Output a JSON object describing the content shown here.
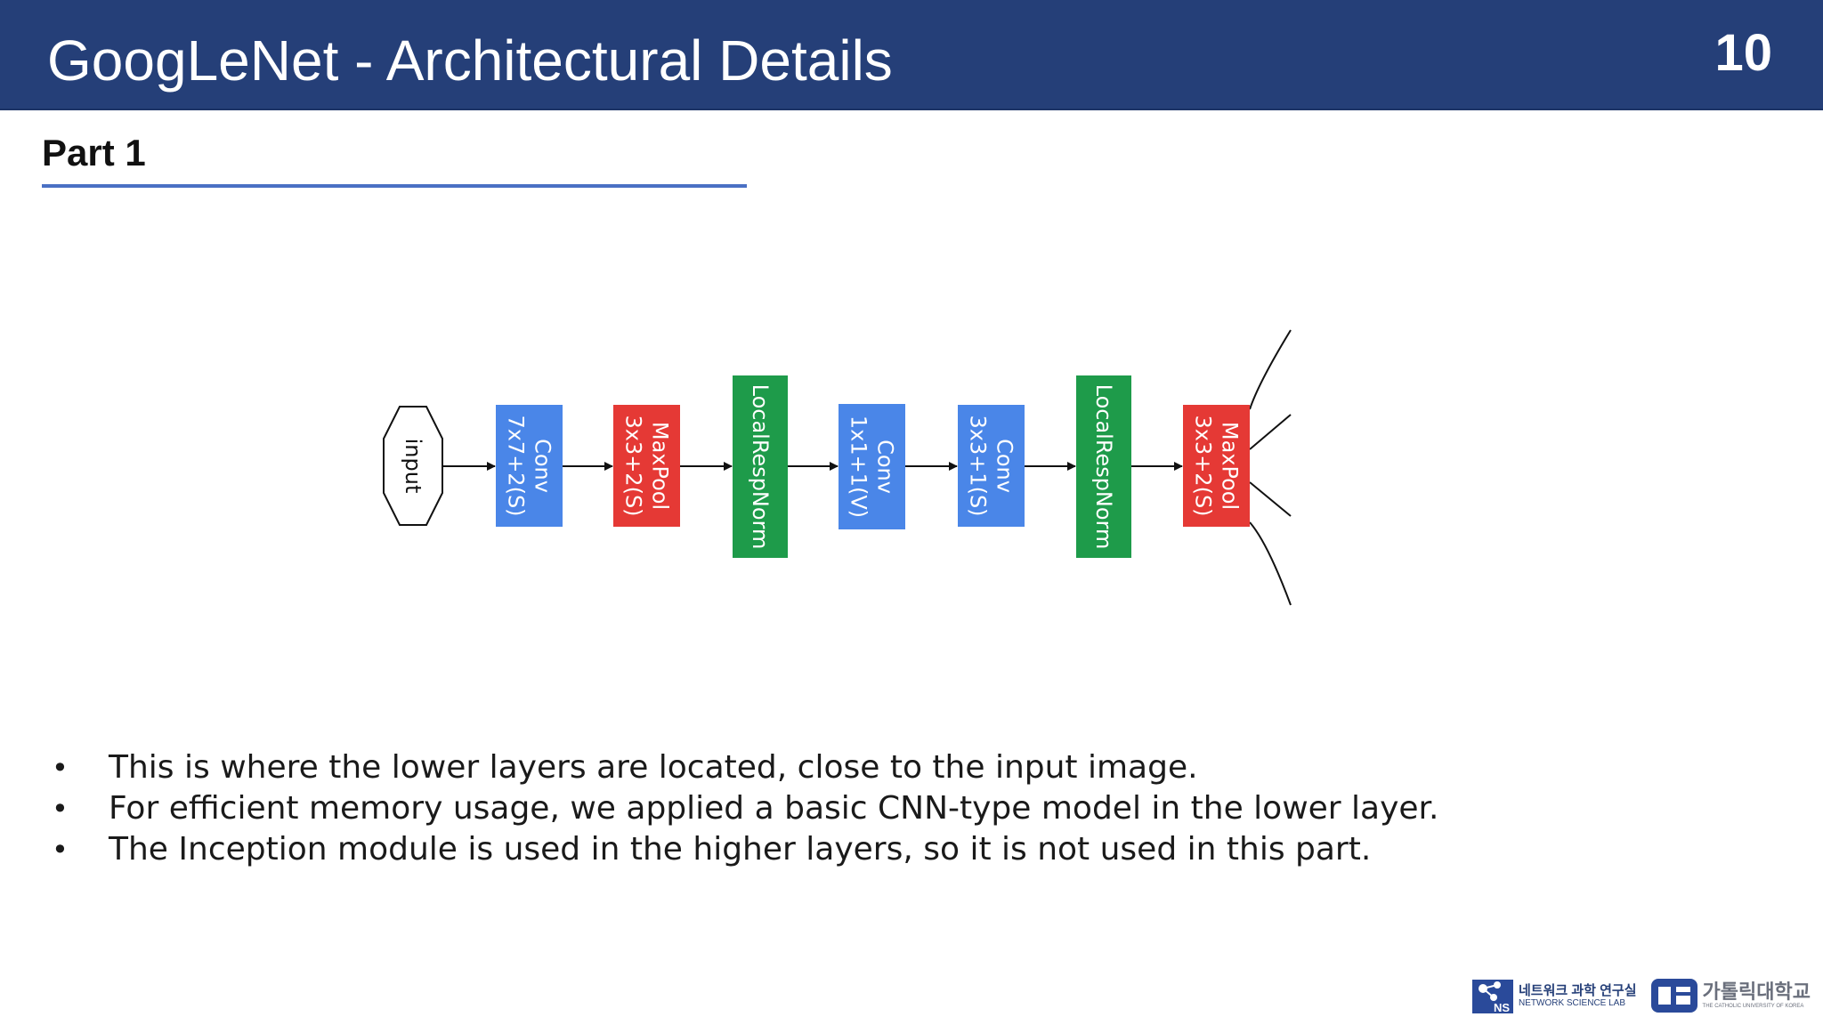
{
  "header": {
    "title": "GoogLeNet - Architectural Details",
    "page_number": "10"
  },
  "section": {
    "title": "Part 1"
  },
  "diagram": {
    "nodes": [
      {
        "id": "input",
        "label": "input",
        "shape": "octagon"
      },
      {
        "id": "conv1",
        "label": "Conv\n7x7+2(S)",
        "color": "#4a86e8"
      },
      {
        "id": "maxpool1",
        "label": "MaxPool\n3x3+2(S)",
        "color": "#e53935"
      },
      {
        "id": "lrn1",
        "label": "LocalRespNorm",
        "color": "#1e9b4a"
      },
      {
        "id": "conv2",
        "label": "Conv\n1x1+1(V)",
        "color": "#4a86e8"
      },
      {
        "id": "conv3",
        "label": "Conv\n3x3+1(S)",
        "color": "#4a86e8"
      },
      {
        "id": "lrn2",
        "label": "LocalRespNorm",
        "color": "#1e9b4a"
      },
      {
        "id": "maxpool2",
        "label": "MaxPool\n3x3+2(S)",
        "color": "#e53935"
      }
    ],
    "edges": [
      [
        "input",
        "conv1"
      ],
      [
        "conv1",
        "maxpool1"
      ],
      [
        "maxpool1",
        "lrn1"
      ],
      [
        "lrn1",
        "conv2"
      ],
      [
        "conv2",
        "conv3"
      ],
      [
        "conv3",
        "lrn2"
      ],
      [
        "lrn2",
        "maxpool2"
      ]
    ],
    "output_branches": 4
  },
  "bullets": [
    "This is where the lower layers are located, close to the input image.",
    "For efficient memory usage, we applied a basic CNN-type model in the lower layer.",
    "The Inception module is used in the higher layers, so it is not used in this part."
  ],
  "bullet_marker": "•",
  "footer": {
    "lab_logo_badge": "NS",
    "lab_name_ko": "네트워크 과학 연구실",
    "lab_name_en": "NETWORK SCIENCE LAB",
    "university_name_ko": "가톨릭대학교",
    "university_name_en": "THE CATHOLIC UNIVERSITY OF KOREA"
  },
  "colors": {
    "header_bg": "#253f78",
    "rule": "#4a70c4",
    "conv": "#4a86e8",
    "pool": "#e53935",
    "norm": "#1e9b4a"
  }
}
